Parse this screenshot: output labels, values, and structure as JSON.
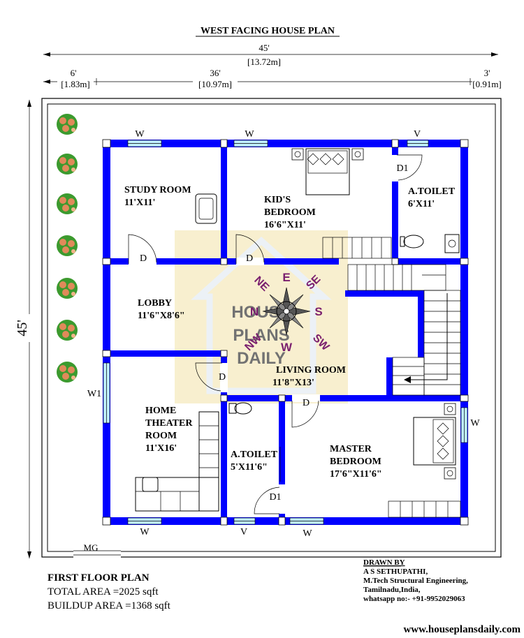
{
  "title": "WEST FACING HOUSE PLAN",
  "dimensions": {
    "overall": {
      "ft": "45'",
      "m": "[13.72m]"
    },
    "left": {
      "ft": "6'",
      "m": "[1.83m]"
    },
    "middle": {
      "ft": "36'",
      "m": "[10.97m]"
    },
    "right": {
      "ft": "3'",
      "m": "[0.91m]"
    },
    "side": "45'"
  },
  "rooms": {
    "study": {
      "name": "STUDY ROOM",
      "size": "11'X11'"
    },
    "kids": {
      "name1": "KID'S",
      "name2": "BEDROOM",
      "size": "16'6\"X11'"
    },
    "toilet1": {
      "name": "A.TOILET",
      "size": "6'X11'"
    },
    "lobby": {
      "name": "LOBBY",
      "size": "11'6\"X8'6\""
    },
    "living": {
      "name": "LIVING ROOM",
      "size": "11'8\"X13'"
    },
    "theater": {
      "name1": "HOME",
      "name2": "THEATER",
      "name3": "ROOM",
      "size": "11'X16'"
    },
    "toilet2": {
      "name": "A.TOILET",
      "size": "5'X11'6\""
    },
    "master": {
      "name1": "MASTER",
      "name2": "BEDROOM",
      "size": "17'6\"X11'6\""
    }
  },
  "labels": {
    "w": "W",
    "v": "V",
    "d": "D",
    "d1": "D1",
    "w1": "W1",
    "mg": "MG"
  },
  "compass": {
    "n": "N",
    "e": "E",
    "s": "S",
    "w": "W",
    "ne": "NE",
    "se": "SE",
    "nw": "NW",
    "sw": "SW"
  },
  "watermark": {
    "line1": "HOUSE",
    "line2": "PLANS",
    "line3": "DAILY"
  },
  "footer": {
    "plan": "FIRST FLOOR PLAN",
    "total": "TOTAL AREA =2025 sqft",
    "buildup": "BUILDUP AREA =1368 sqft"
  },
  "credits": {
    "heading": "DRAWN BY",
    "name": "A S SETHUPATHI,",
    "degree": "M.Tech Structural Engineering,",
    "place": "Tamilnadu,India,",
    "phone": "whatsapp no:- +91-9952029063"
  },
  "website": "www.houseplansdaily.com",
  "colors": {
    "wall": "#0000ff",
    "window": "#bfefff",
    "compass": "#7a1f6e",
    "watermark": "#f3e3a8"
  }
}
